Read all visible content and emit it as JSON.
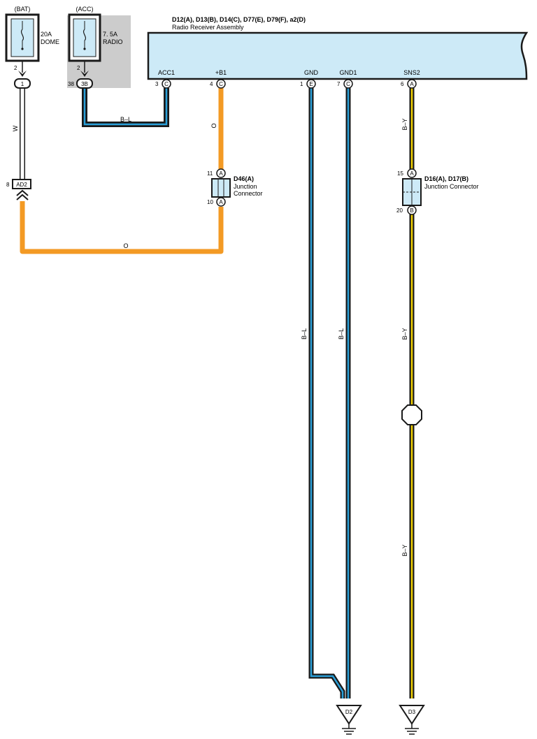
{
  "colors": {
    "blue": "#2a9fd8",
    "light_blue": "#cdeaf7",
    "orange": "#f39a24",
    "yellow": "#f2d000",
    "dark": "#1a1a1a",
    "gray": "#cccccc"
  },
  "fuses": {
    "dome": {
      "source": "(BAT)",
      "rating": "20A",
      "name": "DOME",
      "pin": "2",
      "connector": "1"
    },
    "radio": {
      "source": "(ACC)",
      "rating": "7. 5A",
      "name": "RADIO",
      "pin": "2",
      "connector_pin": "38",
      "connector": "3B"
    }
  },
  "receiver": {
    "codes": "D12(A), D13(B), D14(C), D77(E), D79(F), a2(D)",
    "name": "Radio Receiver Assembly",
    "terminals": [
      {
        "label": "ACC1",
        "pin": "3",
        "conn": "C"
      },
      {
        "label": "+B1",
        "pin": "4",
        "conn": "C"
      },
      {
        "label": "GND",
        "pin": "1",
        "conn": "E"
      },
      {
        "label": "GND1",
        "pin": "7",
        "conn": "C"
      },
      {
        "label": "SNS2",
        "pin": "6",
        "conn": "A"
      }
    ]
  },
  "connectors": {
    "ad2": {
      "pin": "8",
      "name": "AD2"
    },
    "d46": {
      "title": "D46(A)",
      "line1": "Junction",
      "line2": "Connector",
      "top_pin": "11",
      "top_conn": "A",
      "bot_pin": "10",
      "bot_conn": "A"
    },
    "d16": {
      "title": "D16(A), D17(B)",
      "line1": "Junction Connector",
      "top_pin": "15",
      "top_conn": "A",
      "bot_pin": "20",
      "bot_conn": "B"
    }
  },
  "wire_labels": {
    "w": "W",
    "bl_top": "B–L",
    "o_vert": "O",
    "o_horiz": "O",
    "bl_gnd": "B–L",
    "bl_gnd1": "B–L",
    "by_top": "B–Y",
    "by_mid": "B–Y",
    "by_low": "B–Y"
  },
  "grounds": {
    "d2": "D2",
    "d3": "D3"
  }
}
